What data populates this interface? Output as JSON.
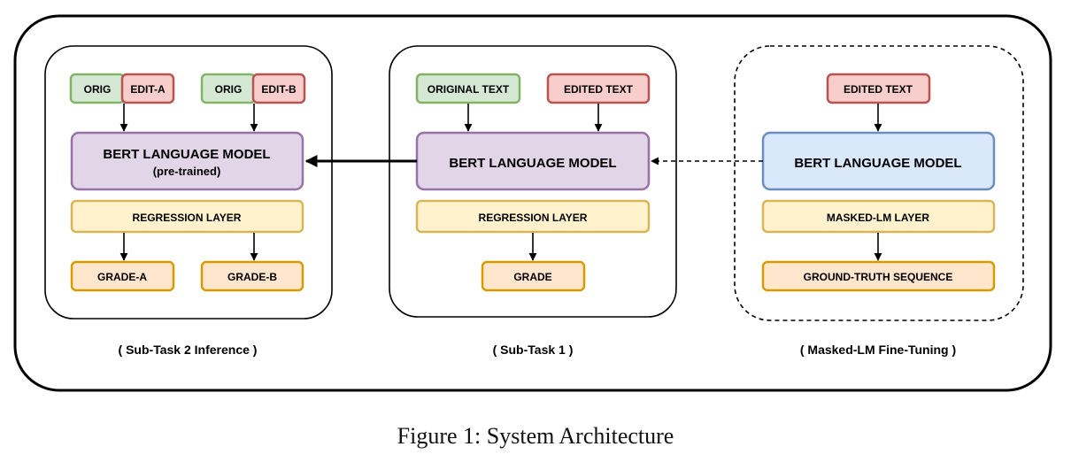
{
  "caption": "Figure 1: System Architecture",
  "colors": {
    "green_fill": "#d5e8d4",
    "green_stroke": "#82b366",
    "red_fill": "#f8cecc",
    "red_stroke": "#b85450",
    "purple_fill": "#e1d5e7",
    "purple_stroke": "#9673a6",
    "blue_fill": "#dae8fc",
    "blue_stroke": "#6c8ebf",
    "yellow_fill": "#fff2cc",
    "yellow_stroke": "#d6b656",
    "orange_fill": "#ffe6cc",
    "orange_stroke": "#d79b00"
  },
  "panels": {
    "subtask2": {
      "label": "( Sub-Task 2 Inference )",
      "orig_a": "ORIG",
      "edit_a": "EDIT-A",
      "orig_b": "ORIG",
      "edit_b": "EDIT-B",
      "bert": "BERT LANGUAGE MODEL",
      "bert_sub": "(pre-trained)",
      "regression": "REGRESSION LAYER",
      "grade_a": "GRADE-A",
      "grade_b": "GRADE-B"
    },
    "subtask1": {
      "label": "( Sub-Task 1 )",
      "original": "ORIGINAL TEXT",
      "edited": "EDITED TEXT",
      "bert": "BERT LANGUAGE MODEL",
      "regression": "REGRESSION LAYER",
      "grade": "GRADE"
    },
    "masked": {
      "label": "( Masked-LM Fine-Tuning )",
      "edited": "EDITED TEXT",
      "bert": "BERT LANGUAGE MODEL",
      "masked_layer": "MASKED-LM LAYER",
      "ground_truth": "GROUND-TRUTH SEQUENCE"
    }
  }
}
